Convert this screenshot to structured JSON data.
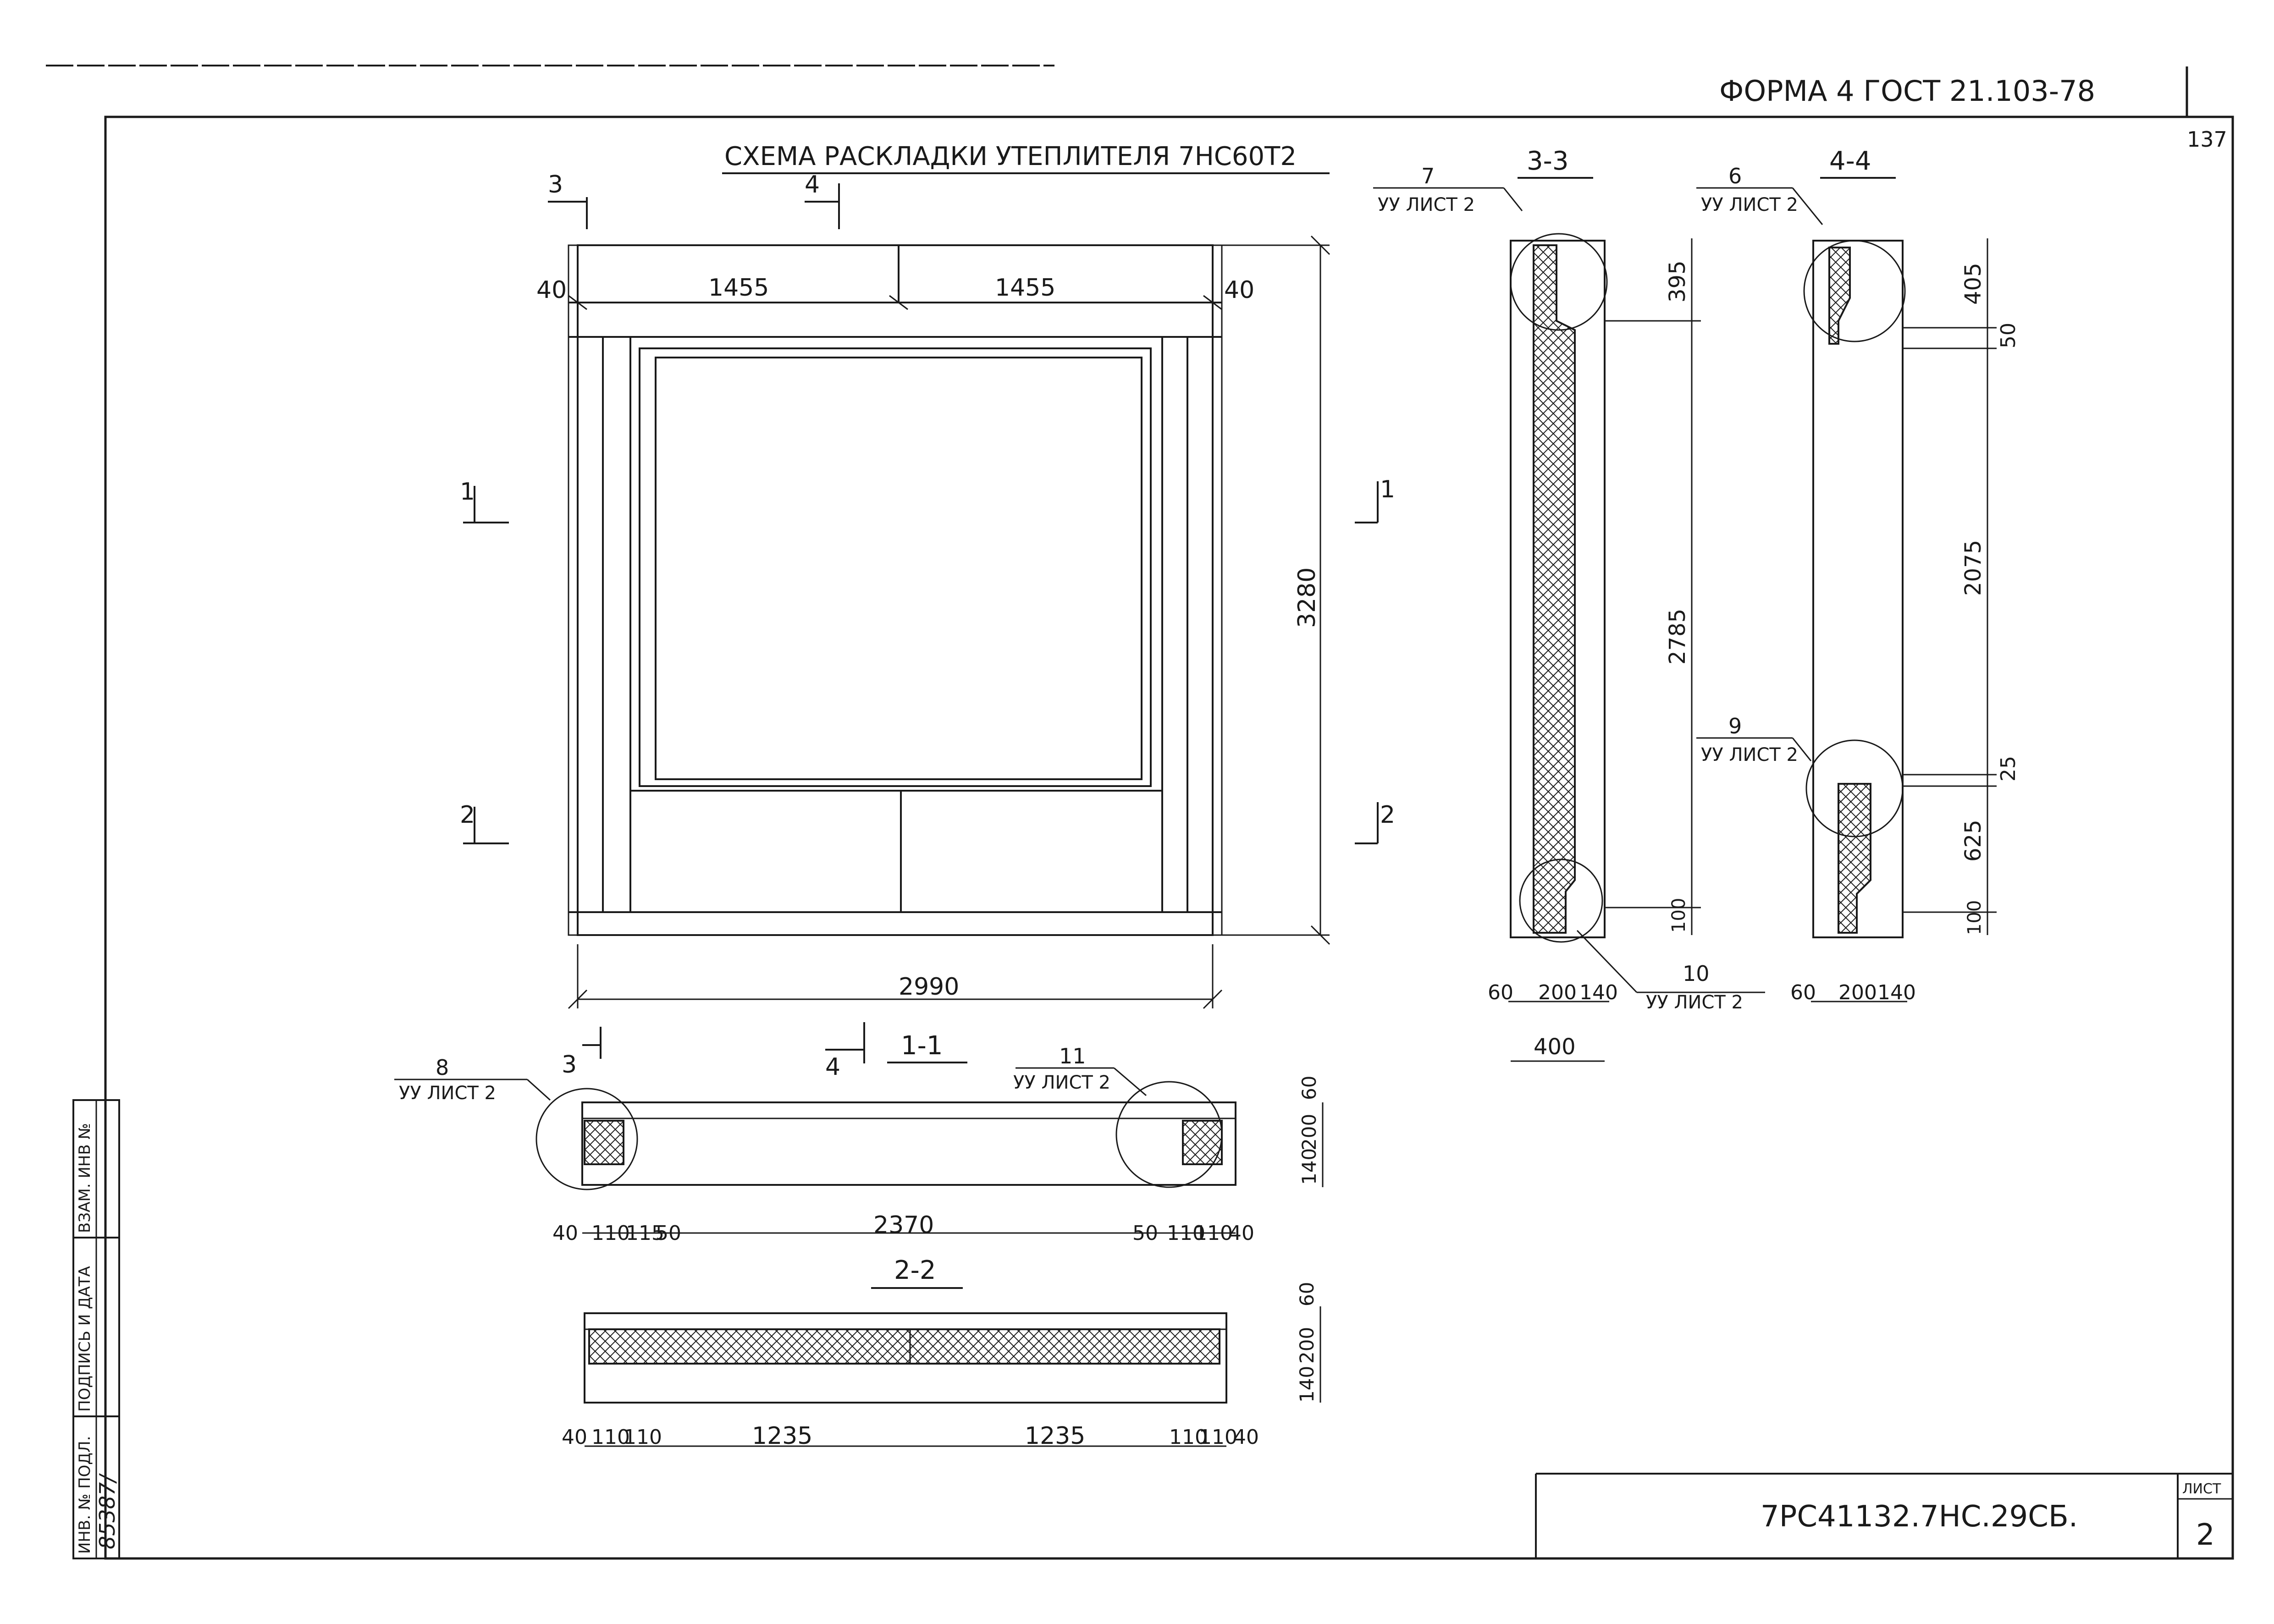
{
  "header": {
    "form_label": "ФОРМА 4 ГОСТ 21.103-78",
    "page_number": "137"
  },
  "main_view": {
    "title": "СХЕМА РАСКЛАДКИ УТЕПЛИТЕЛЯ 7НС60Т2",
    "dims": {
      "edge_left": "40",
      "half_left": "1455",
      "half_right": "1455",
      "edge_right": "40",
      "height": "3280",
      "width": "2990"
    },
    "cut_marks": {
      "c1": "1",
      "c2": "2",
      "c3": "3",
      "c4": "4"
    }
  },
  "section_1_1": {
    "title": "1-1",
    "callout_left": {
      "number": "8",
      "ref": "УУ ЛИСТ 2"
    },
    "callout_right": {
      "number": "11",
      "ref": "УУ ЛИСТ 2"
    },
    "bottom_dims": [
      "40",
      "110",
      "115",
      "50",
      "2370",
      "50",
      "110",
      "110",
      "40"
    ],
    "right_dims": [
      "60",
      "200",
      "140"
    ]
  },
  "section_2_2": {
    "title": "2-2",
    "bottom_dims": [
      "40",
      "110",
      "110",
      "1235",
      "1235",
      "110",
      "110",
      "40"
    ],
    "right_dims": [
      "60",
      "200",
      "140"
    ]
  },
  "section_3_3": {
    "title": "3-3",
    "callout_top": {
      "number": "7",
      "ref": "УУ ЛИСТ 2"
    },
    "callout_bottom": {
      "number": "10",
      "ref": "УУ ЛИСТ 2"
    },
    "right_dims": [
      "395",
      "2785",
      "100"
    ],
    "bottom_dims": [
      "60",
      "200",
      "140"
    ],
    "total_width": "400"
  },
  "section_4_4": {
    "title": "4-4",
    "callout_top": {
      "number": "6",
      "ref": "УУ ЛИСТ 2"
    },
    "callout_mid": {
      "number": "9",
      "ref": "УУ ЛИСТ 2"
    },
    "right_dims": [
      "405",
      "50",
      "2075",
      "25",
      "625",
      "100"
    ],
    "bottom_dims": [
      "60",
      "200",
      "140"
    ]
  },
  "side_stamp": {
    "col1": "ИНВ. № ПОДЛ.",
    "col2": "ПОДПИСЬ И ДАТА",
    "col3": "ВЗАМ. ИНВ №",
    "inventory_number": "85387/"
  },
  "title_block": {
    "designation": "7РС41132.7НС.29СБ.",
    "sheet_label": "ЛИСТ",
    "sheet_number": "2"
  }
}
